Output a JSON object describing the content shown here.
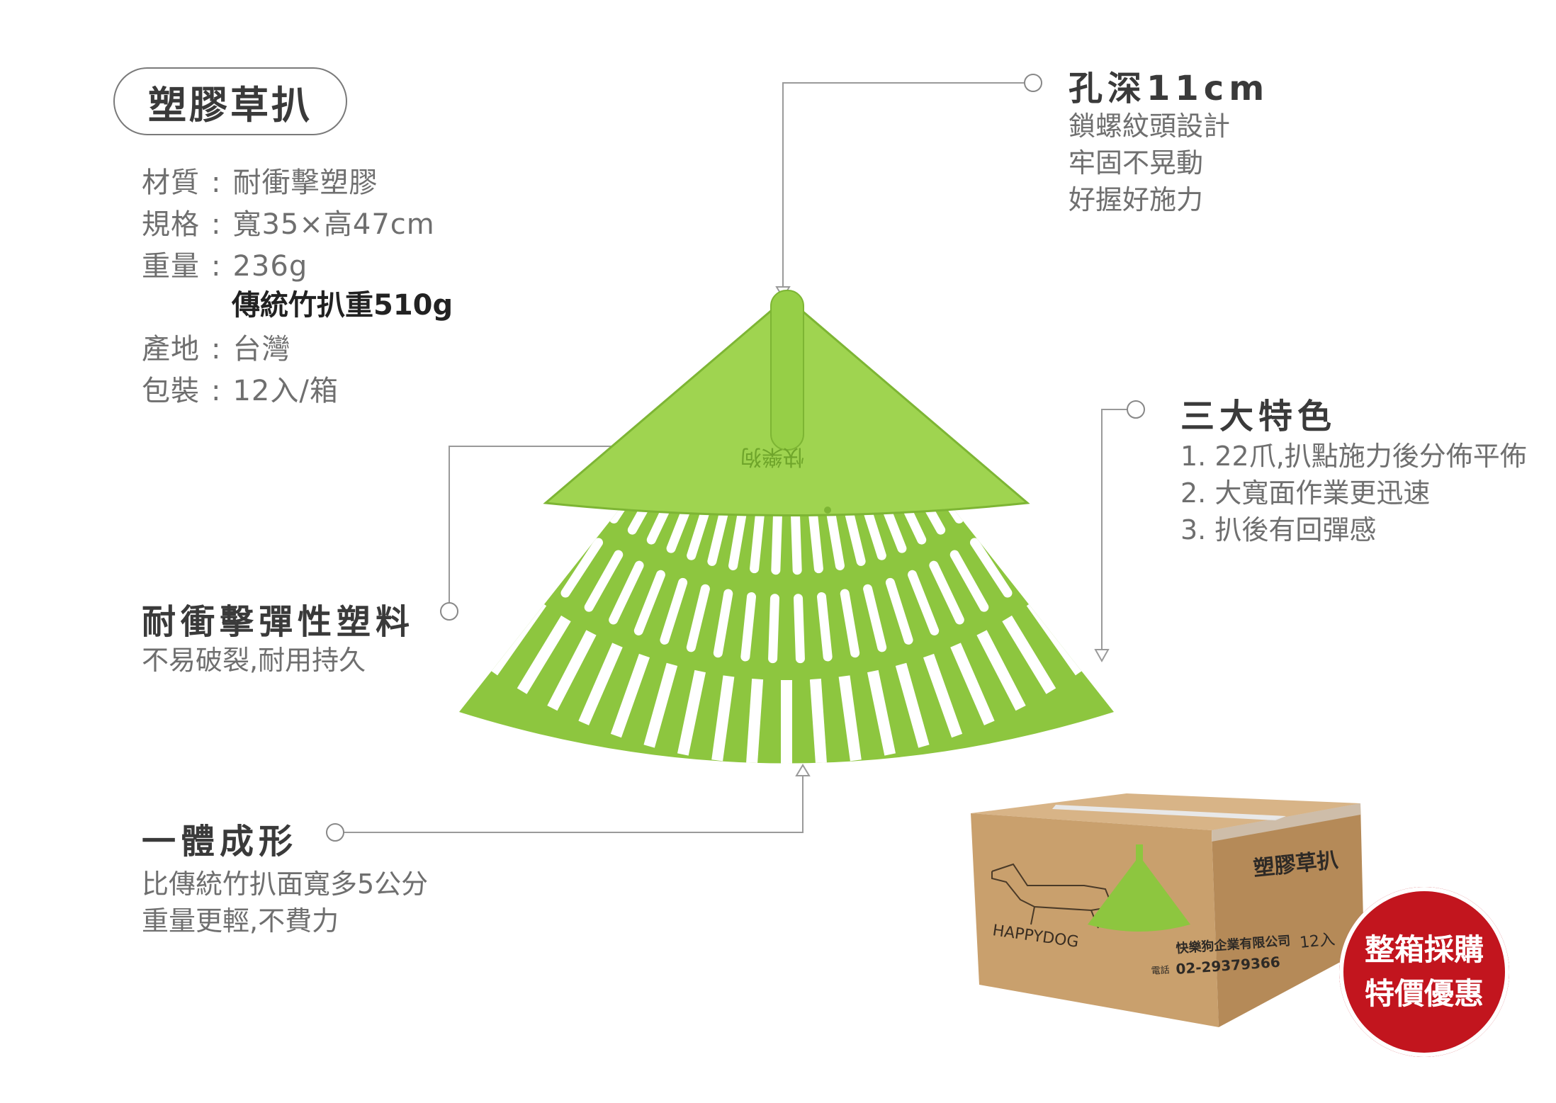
{
  "title": "塑膠草扒",
  "specs": [
    {
      "label": "材質",
      "value": "耐衝擊塑膠"
    },
    {
      "label": "規格",
      "value": "寬35×高47cm"
    },
    {
      "label": "重量",
      "value": "236g"
    },
    {
      "label": "產地",
      "value": "台灣"
    },
    {
      "label": "包裝",
      "value": "12入/箱"
    }
  ],
  "spec_separator": ":",
  "spec_highlight": "傳統竹扒重510g",
  "features": {
    "hole": {
      "title": "孔深11cm",
      "lines": [
        "鎖螺紋頭設計",
        "牢固不晃動",
        "好握好施力"
      ]
    },
    "three": {
      "title": "三大特色",
      "lines": [
        "1. 22爪,扒點施力後分佈平佈",
        "2. 大寬面作業更迅速",
        "3. 扒後有回彈感"
      ]
    },
    "material": {
      "title": "耐衝擊彈性塑料",
      "lines": [
        "不易破裂,耐用持久"
      ]
    },
    "onepiece": {
      "title": "一體成形",
      "lines": [
        "比傳統竹扒面寬多5公分",
        "重量更輕,不費力"
      ]
    }
  },
  "rake": {
    "color": "#8dc63f",
    "embossed_text": "快樂狗"
  },
  "box": {
    "brand": "HAPPYDOG",
    "product": "塑膠草扒",
    "company": "快樂狗企業有限公司",
    "phone_label": "電話",
    "phone": "02-29379366",
    "count": "12入",
    "color": "#c7a072"
  },
  "badge": {
    "lines": [
      "整箱採購",
      "特價優惠"
    ],
    "color": "#c2151e"
  }
}
